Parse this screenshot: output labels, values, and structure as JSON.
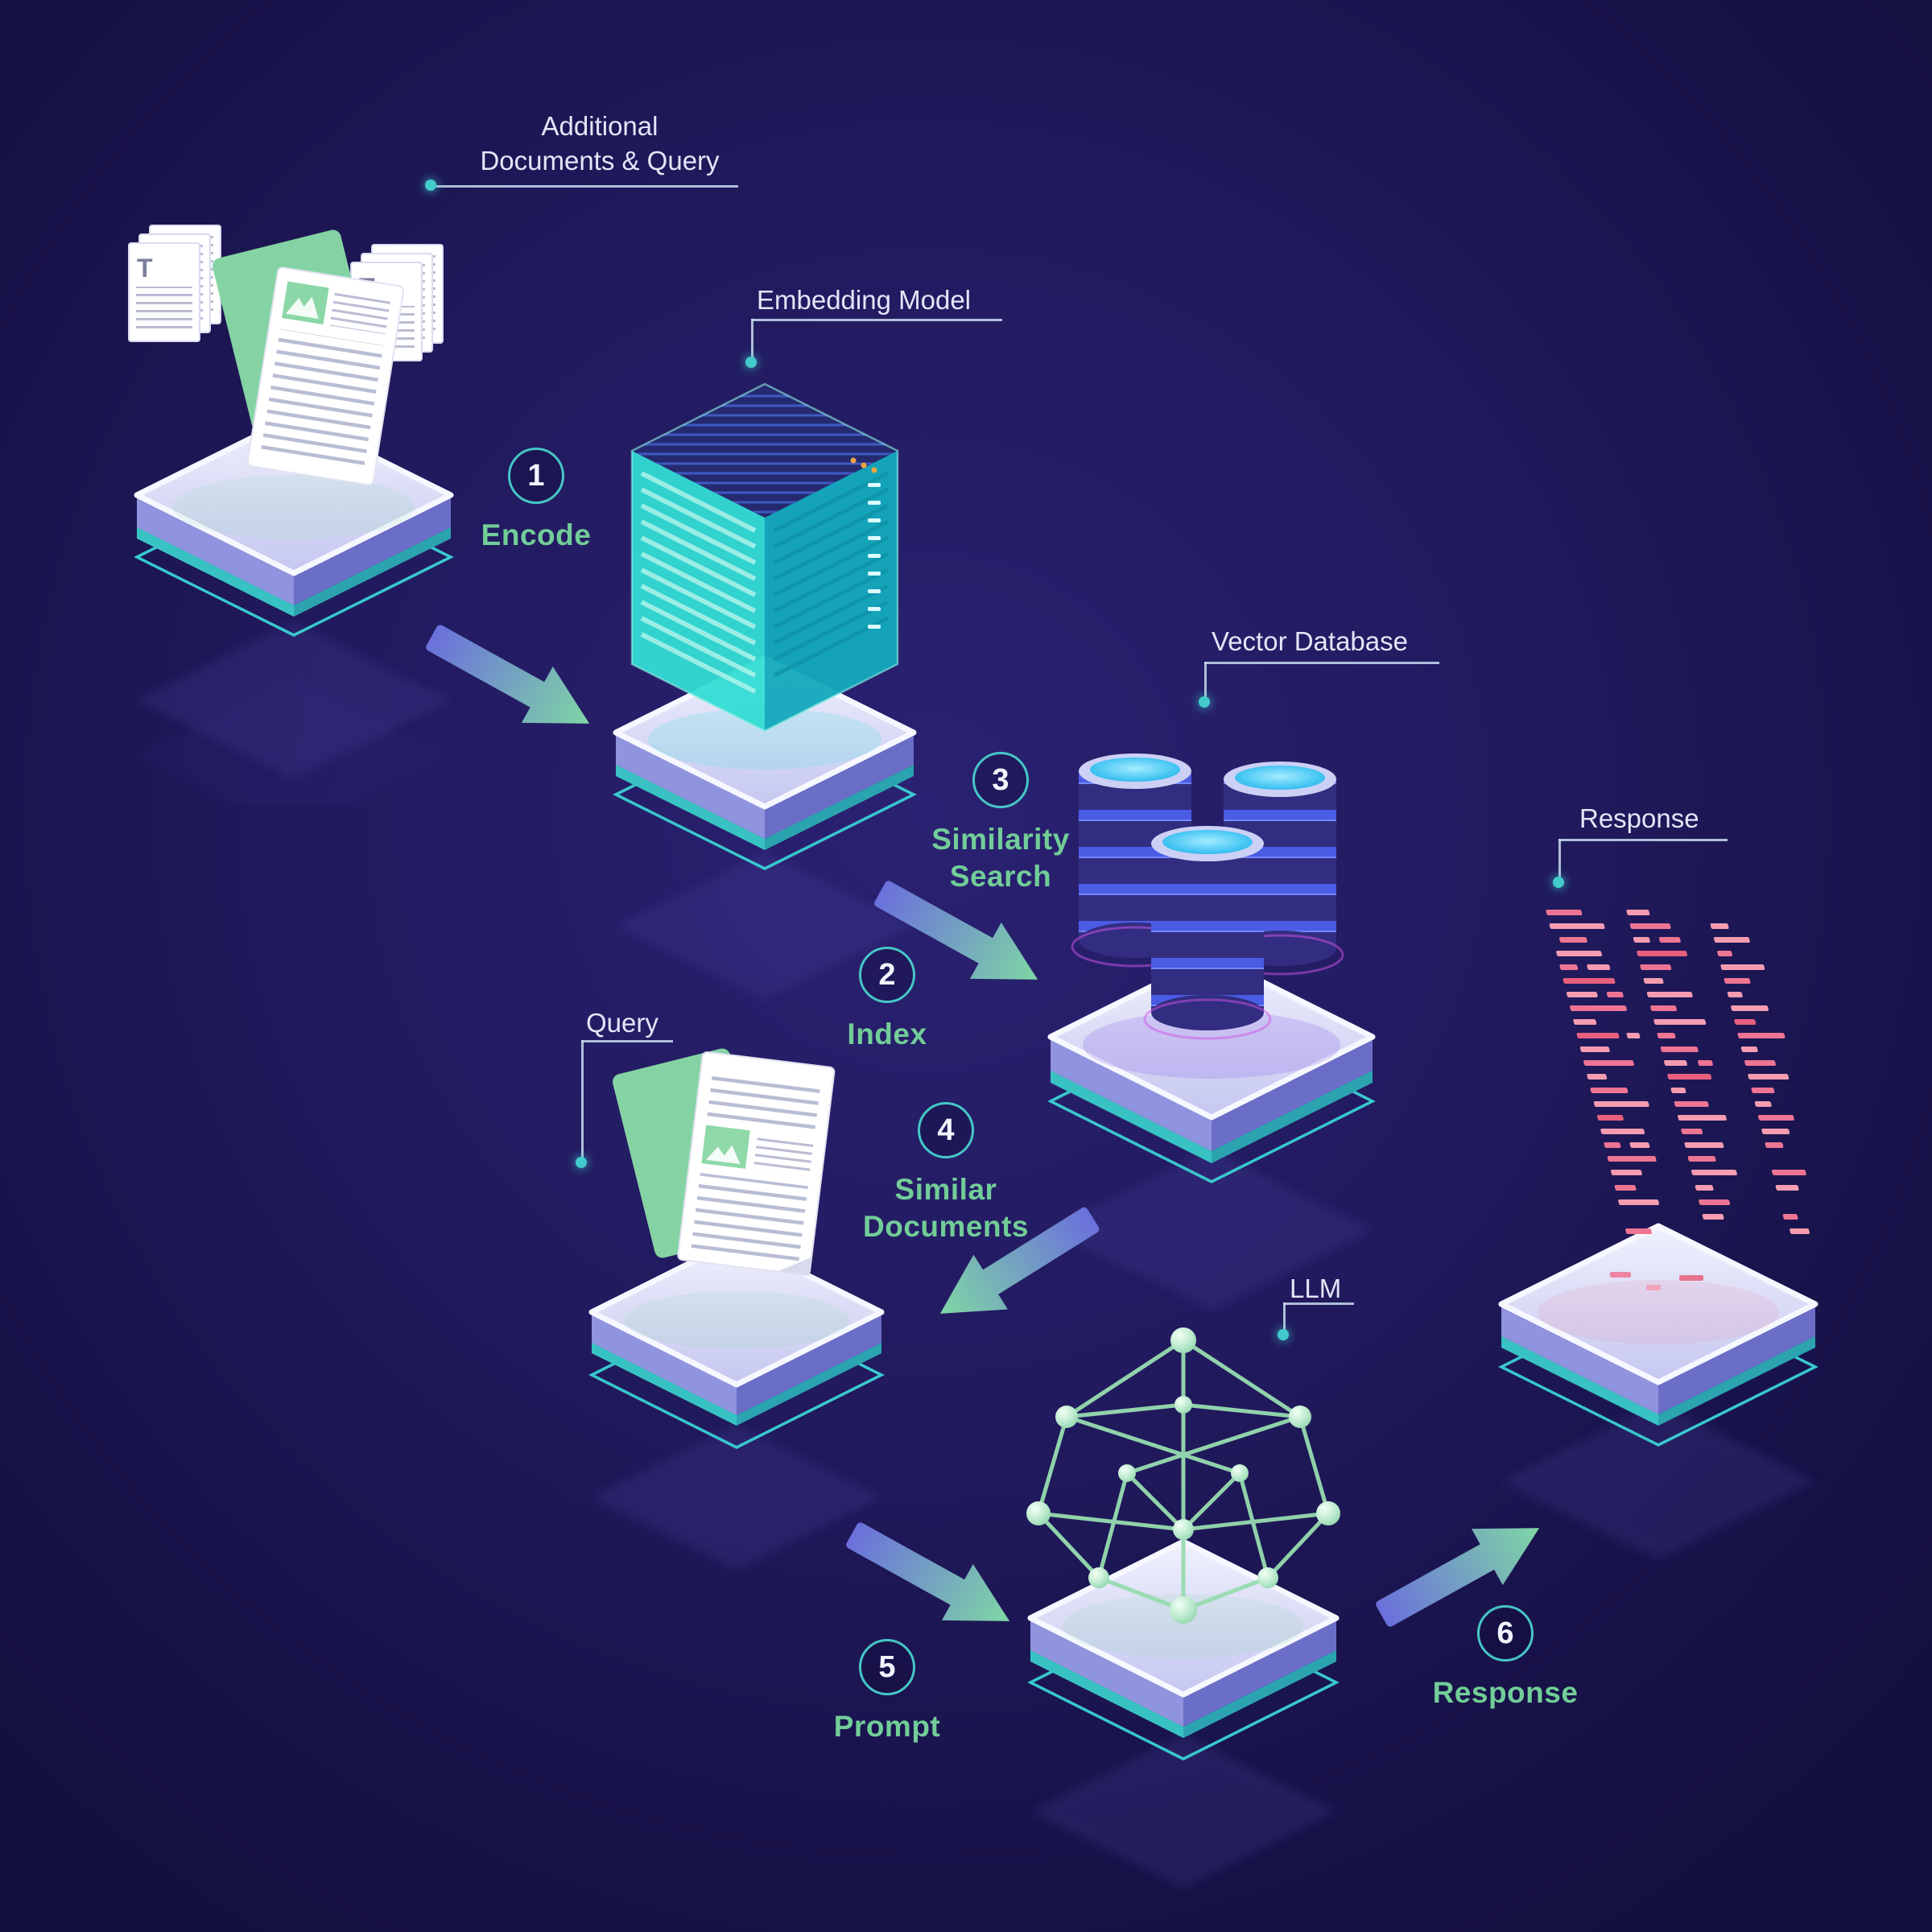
{
  "diagram": {
    "background": {
      "center": "#2a2272",
      "edge": "#130f3c"
    },
    "palette": {
      "accent_teal": "#43cbcb",
      "accent_green": "#72cd98",
      "arrow_blue": "#6a6fdc",
      "arrow_green": "#7fd8a4",
      "platform_top": "#d9daf6",
      "code_pink": "#ee7493",
      "label_text": "#e2e6f7"
    }
  },
  "labels": {
    "additional_documents": "Additional\nDocuments & Query",
    "embedding_model": "Embedding Model",
    "vector_database": "Vector Database",
    "response": "Response",
    "query": "Query",
    "llm": "LLM"
  },
  "steps": [
    {
      "number": "1",
      "label": "Encode"
    },
    {
      "number": "2",
      "label": "Index"
    },
    {
      "number": "3",
      "label": "Similarity\nSearch"
    },
    {
      "number": "4",
      "label": "Similar\nDocuments"
    },
    {
      "number": "5",
      "label": "Prompt"
    },
    {
      "number": "6",
      "label": "Response"
    }
  ],
  "glyphs": {
    "document_letter": "T"
  }
}
